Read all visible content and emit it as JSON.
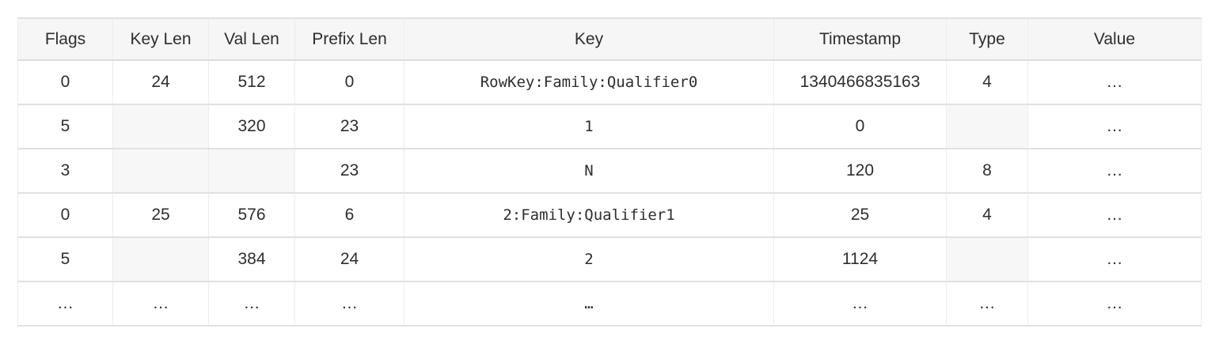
{
  "colors": {
    "header_background": "#f6f6f7",
    "empty_cell_background": "#f7f7f8",
    "row_border": "#e1e1e1",
    "column_border": "#ececec",
    "text": "#2e2e2e"
  },
  "chart_data": {
    "type": "table",
    "title": "",
    "columns": [
      "Flags",
      "Key Len",
      "Val Len",
      "Prefix Len",
      "Key",
      "Timestamp",
      "Type",
      "Value"
    ],
    "rows": [
      [
        {
          "text": "0"
        },
        {
          "text": "24"
        },
        {
          "text": "512"
        },
        {
          "text": "0"
        },
        {
          "text": "RowKey:Family:Qualifier0"
        },
        {
          "text": "1340466835163"
        },
        {
          "text": "4"
        },
        {
          "text": "…"
        }
      ],
      [
        {
          "text": "5"
        },
        {
          "text": "",
          "empty": true
        },
        {
          "text": "320"
        },
        {
          "text": "23"
        },
        {
          "text": "1"
        },
        {
          "text": "0"
        },
        {
          "text": "",
          "empty": true
        },
        {
          "text": "…"
        }
      ],
      [
        {
          "text": "3"
        },
        {
          "text": "",
          "empty": true
        },
        {
          "text": "",
          "empty": true
        },
        {
          "text": "23"
        },
        {
          "text": "N"
        },
        {
          "text": "120"
        },
        {
          "text": "8"
        },
        {
          "text": "…"
        }
      ],
      [
        {
          "text": "0"
        },
        {
          "text": "25"
        },
        {
          "text": "576"
        },
        {
          "text": "6"
        },
        {
          "text": "2:Family:Qualifier1"
        },
        {
          "text": "25"
        },
        {
          "text": "4"
        },
        {
          "text": "…"
        }
      ],
      [
        {
          "text": "5"
        },
        {
          "text": "",
          "empty": true
        },
        {
          "text": "384"
        },
        {
          "text": "24"
        },
        {
          "text": "2"
        },
        {
          "text": "1124"
        },
        {
          "text": "",
          "empty": true
        },
        {
          "text": "…"
        }
      ],
      [
        {
          "text": "…"
        },
        {
          "text": "…"
        },
        {
          "text": "…"
        },
        {
          "text": "…"
        },
        {
          "text": "…"
        },
        {
          "text": "…"
        },
        {
          "text": "…"
        },
        {
          "text": "…"
        }
      ]
    ]
  }
}
